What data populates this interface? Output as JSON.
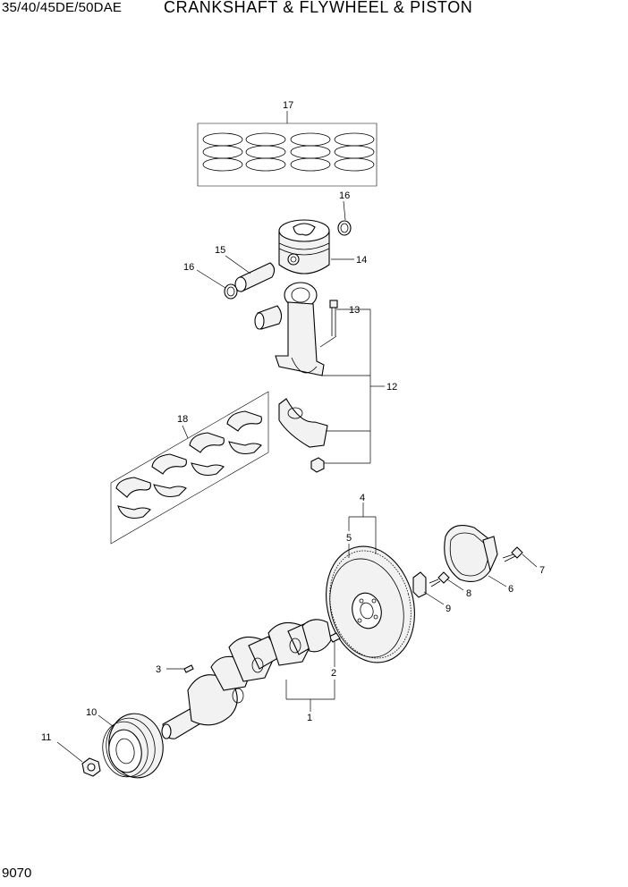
{
  "header": {
    "model": "35/40/45DE/50DAE",
    "title": "CRANKSHAFT & FLYWHEEL & PISTON"
  },
  "footer": {
    "page_number": "9070"
  },
  "callouts": {
    "c1": "1",
    "c2": "2",
    "c3": "3",
    "c4": "4",
    "c5": "5",
    "c6": "6",
    "c7": "7",
    "c8": "8",
    "c9": "9",
    "c10": "10",
    "c11": "11",
    "c12": "12",
    "c13": "13",
    "c14": "14",
    "c15": "15",
    "c16a": "16",
    "c16b": "16",
    "c17": "17",
    "c18": "18"
  }
}
